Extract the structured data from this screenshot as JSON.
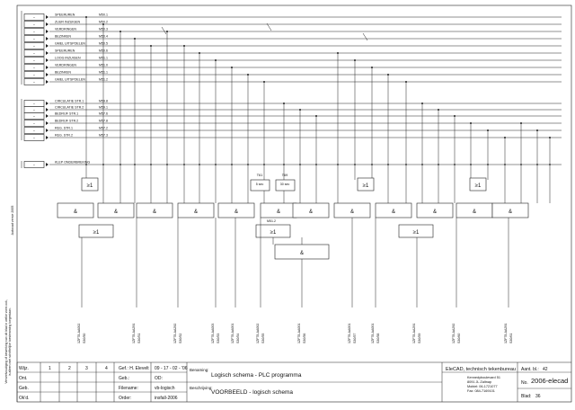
{
  "inputs": [
    {
      "label": "SPEERUREN",
      "addr": "M50.1"
    },
    {
      "label": "ZUUR INZUIGEN",
      "addr": "M50.2"
    },
    {
      "label": "VERDRINGEN",
      "addr": "M50.3"
    },
    {
      "label": "BEZINKEN",
      "addr": "M50.4"
    },
    {
      "label": "GMEL UITSPOELEN",
      "addr": "M50.5"
    },
    {
      "label": "SPEERUREN",
      "addr": "M50.6"
    },
    {
      "label": "LOOG INZUIGEN",
      "addr": "M51.1"
    },
    {
      "label": "VERDRINGEN",
      "addr": "M51.0"
    },
    {
      "label": "BEZINKEN",
      "addr": "M51.1"
    },
    {
      "label": "GMEL UITSPOELEN",
      "addr": "M51.2"
    },
    {
      "label": "CIRCULATIE STR.1",
      "addr": "M59.8"
    },
    {
      "label": "CIRCULATIE STR.2",
      "addr": "M59.1"
    },
    {
      "label": "BEDRIJF STR.1",
      "addr": "M57.6"
    },
    {
      "label": "BEDRIJF STR.2",
      "addr": "M57.8"
    },
    {
      "label": "REG. STR.1",
      "addr": "M57.2"
    },
    {
      "label": "REG. STR.2",
      "addr": "M57.3"
    },
    {
      "label": "KLEP ONDERBREKING",
      "addr": ""
    }
  ],
  "input_marker": "-",
  "gates": {
    "or": "≥1",
    "and": "&"
  },
  "timers": [
    {
      "tag": "T61",
      "value": "5 sec"
    },
    {
      "tag": "T69",
      "value": "30 sec"
    }
  ],
  "mid_label": "M51.2",
  "outputs": [
    {
      "code": "1ZF78-AA002",
      "rel": "S30/50"
    },
    {
      "code": "1ZF78-AA291",
      "rel": "S30/51"
    },
    {
      "code": "1ZF78-AA292",
      "rel": "S30/52"
    },
    {
      "code": "1ZF78-AA003",
      "rel": "S30/53"
    },
    {
      "code": "1ZF78-AA001",
      "rel": "S30/54"
    },
    {
      "code": "1ZF78-AA002",
      "rel": "S30/55"
    },
    {
      "code": "1ZF78-AA001",
      "rel": "S30/56"
    },
    {
      "code": "1ZF78-AA001",
      "rel": "S30/57"
    },
    {
      "code": "1ZF78-AA001",
      "rel": "S30/58"
    },
    {
      "code": "1ZF78-AA291",
      "rel": "S30/59"
    },
    {
      "code": "1ZF78-AA292",
      "rel": "S30/60"
    },
    {
      "code": "1ZF78-AA291",
      "rel": "S30/61"
    }
  ],
  "side_version": "Autocad versie 2005",
  "side_note1": "Verveelvoudiging of bewerking van dit blad in welke vorm ook,",
  "side_note2": "is alleen met schriftelijke toestemming toegestaan.",
  "titleblock": {
    "rev_labels": [
      "Wijz.",
      "Ont.",
      "Geb.",
      "Ok'd."
    ],
    "rev_nums": [
      "1",
      "2",
      "3",
      "4"
    ],
    "gef_label": "Gef.: H. Elevelt",
    "date": "09 - 17 - 02 - '06",
    "geb_label": "Geb.:",
    "od_label": "OD:",
    "filename_label": "Filename:",
    "filename": "vb-logisch",
    "order_label": "Order:",
    "order": "insfall-2006",
    "benaming_label": "Benaming:",
    "benaming": "Logisch schema - PLC programma",
    "beschrijving_label": "Beschrijving:",
    "beschrijving": "VOORBEELD - logisch schema",
    "company": "EleCAD, technisch tekenbureau",
    "addr1": "Kennedyboulevard 51",
    "addr2": "8091 JL Zaltnap",
    "addr3": "Mobiel: 06-1721077",
    "addr4": "Fax: 084-7169101",
    "aant_label": "Aant. bl.:",
    "aant": "42",
    "no_label": "No.",
    "number": "2006-elecad",
    "blad_label": "Blad:",
    "blad": "36"
  }
}
